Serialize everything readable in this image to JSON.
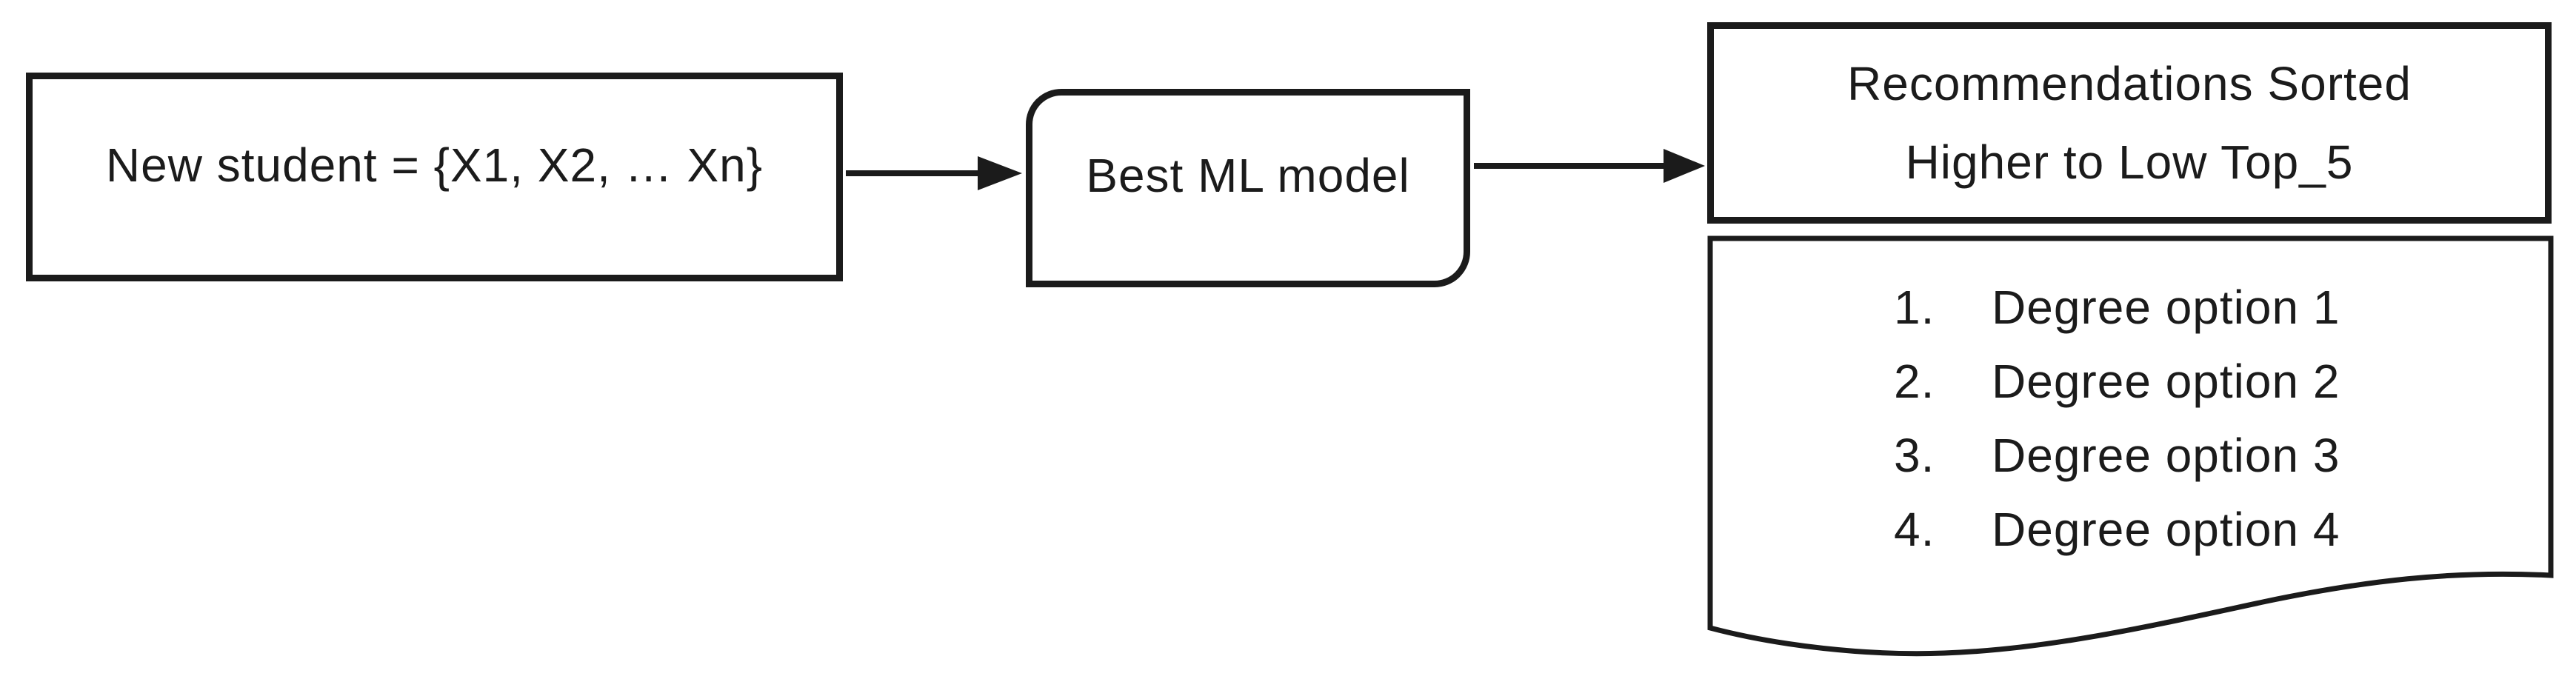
{
  "colors": {
    "background": "#ffffff",
    "stroke": "#1b1b1b",
    "text": "#1b1b1b"
  },
  "nodes": {
    "input": {
      "label": "New student = {X1, X2, … Xn}"
    },
    "model": {
      "label": "Best ML model"
    },
    "results_header": {
      "line1": "Recommendations Sorted",
      "line2": "Higher to Low Top_5"
    },
    "results_list": {
      "items": [
        {
          "number": "1.",
          "label": "Degree option 1"
        },
        {
          "number": "2.",
          "label": "Degree option 2"
        },
        {
          "number": "3.",
          "label": "Degree option 3"
        },
        {
          "number": "4.",
          "label": "Degree option 4"
        }
      ]
    }
  }
}
